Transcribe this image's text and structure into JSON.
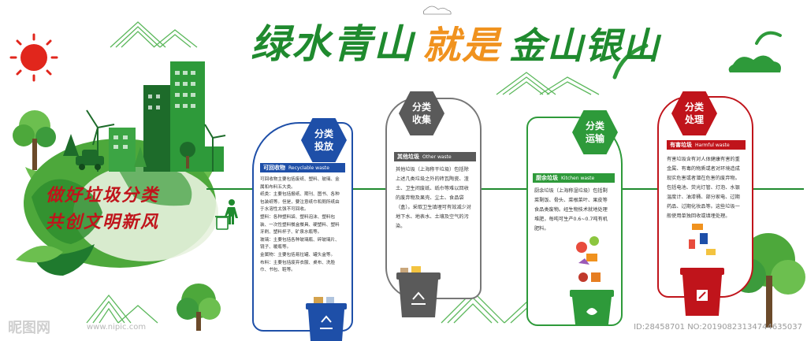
{
  "title": {
    "part1": "绿水青山",
    "part2": "就是",
    "part3": "金山银山"
  },
  "slogan": {
    "line1": "做好垃圾分类",
    "line2": "共创文明新风"
  },
  "colors": {
    "green": "#1f8a2e",
    "orange": "#f0921e",
    "blue": "#1e4fa8",
    "gray": "#5a5a5a",
    "red": "#c0141b"
  },
  "panels": [
    {
      "hex_line1": "分类",
      "hex_line2": "投放",
      "category": "可回收物",
      "category_en": "Recyclable waste",
      "text": "可回收物主要包括废纸、塑料、玻璃、金属和布料五大类。\n纸类：主要包括报纸、期刊、图书、各种包装纸等。但是，要注意纸巾和厕所纸由于水溶性太强不可回收。\n塑料：各种塑料袋、塑料泡沫、塑料包装、一次性塑料餐盒餐具、硬塑料、塑料牙刷、塑料杯子、矿泉水瓶等。\n玻璃：主要包括各种玻璃瓶、碎玻璃片、镜子、暖瓶等。\n金属物：主要包括易拉罐、罐头盒等。\n布料：主要包括废弃衣服、桌布、洗脸巾、书包、鞋等。"
    },
    {
      "hex_line1": "分类",
      "hex_line2": "收集",
      "category": "其他垃圾",
      "category_en": "Other waste",
      "text": "其他垃圾（上海称干垃圾）包括除上述几类垃圾之外的砖瓦陶瓷、渣土、卫生间废纸、纸巾等难以回收的废弃物及果壳、尘土、食品袋（盒）。采取卫生填埋可有效减少对地下水、地表水、土壤及空气的污染。"
    },
    {
      "hex_line1": "分类",
      "hex_line2": "运输",
      "category": "厨余垃圾",
      "category_en": "Kitchen waste",
      "text": "厨余垃圾（上海称湿垃圾）包括剩菜剩饭、骨头、菜根菜叶、果皮等食品类废物。经生物技术就地处理堆肥，每吨可生产0.6~0.7吨有机肥料。"
    },
    {
      "hex_line1": "分类",
      "hex_line2": "处理",
      "category": "有害垃圾",
      "category_en": "Harmful waste",
      "text": "有害垃圾含有对人体健康有害的重金属、有毒的物质或者对环境造成现实危害或者潜在危害的废弃物。包括电池、荧光灯管、灯泡、水银温度计、油漆桶、部分家电、过期药品、过期化妆品等。这些垃圾一般使用单独回收或填埋处理。"
    }
  ],
  "watermark": {
    "left": "昵图网",
    "url": "www.nipic.com",
    "id": "ID:28458701 NO:20190823134744635037"
  }
}
